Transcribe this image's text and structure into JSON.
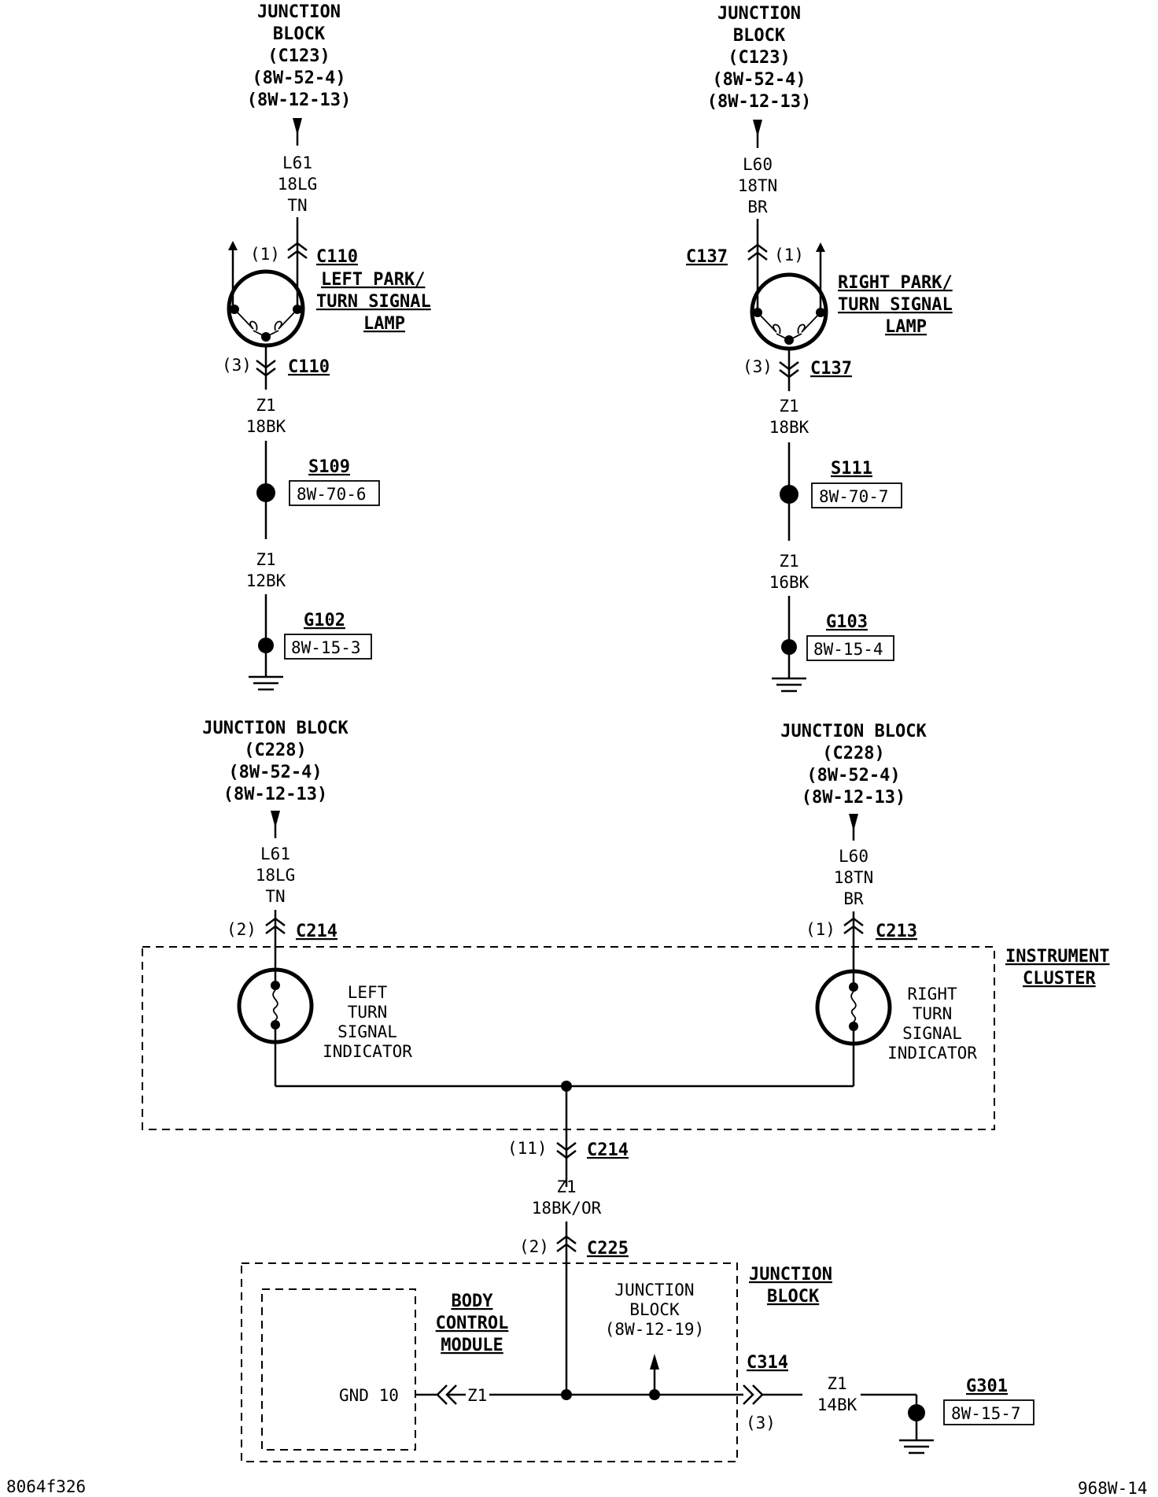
{
  "top_left": {
    "source": [
      "JUNCTION",
      "BLOCK",
      "(C123)",
      "(8W-52-4)",
      "(8W-12-13)"
    ],
    "wire": [
      "L61",
      "18LG",
      "TN"
    ],
    "pin_top": "(1)",
    "conn_top": "C110",
    "lamp_label": [
      "LEFT PARK/",
      "TURN SIGNAL",
      "LAMP"
    ],
    "pin_bottom": "(3)",
    "conn_bottom": "C110",
    "ground_wire_1": [
      "Z1",
      "18BK"
    ],
    "splice": "S109",
    "splice_ref": "8W-70-6",
    "ground_wire_2": [
      "Z1",
      "12BK"
    ],
    "ground": "G102",
    "ground_ref": "8W-15-3"
  },
  "top_right": {
    "source": [
      "JUNCTION",
      "BLOCK",
      "(C123)",
      "(8W-52-4)",
      "(8W-12-13)"
    ],
    "wire": [
      "L60",
      "18TN",
      "BR"
    ],
    "pin_top": "(1)",
    "conn_top": "C137",
    "lamp_label": [
      "RIGHT PARK/",
      "TURN SIGNAL",
      "LAMP"
    ],
    "pin_bottom": "(3)",
    "conn_bottom": "C137",
    "ground_wire_1": [
      "Z1",
      "18BK"
    ],
    "splice": "S111",
    "splice_ref": "8W-70-7",
    "ground_wire_2": [
      "Z1",
      "16BK"
    ],
    "ground": "G103",
    "ground_ref": "8W-15-4"
  },
  "cluster_left": {
    "source": [
      "JUNCTION BLOCK",
      "(C228)",
      "(8W-52-4)",
      "(8W-12-13)"
    ],
    "wire": [
      "L61",
      "18LG",
      "TN"
    ],
    "pin": "(2)",
    "conn": "C214",
    "indicator": [
      "LEFT",
      "TURN",
      "SIGNAL",
      "INDICATOR"
    ]
  },
  "cluster_right": {
    "source": [
      "JUNCTION BLOCK",
      "(C228)",
      "(8W-52-4)",
      "(8W-12-13)"
    ],
    "wire": [
      "L60",
      "18TN",
      "BR"
    ],
    "pin": "(1)",
    "conn": "C213",
    "indicator": [
      "RIGHT",
      "TURN",
      "SIGNAL",
      "INDICATOR"
    ]
  },
  "instrument_cluster": [
    "INSTRUMENT",
    "CLUSTER"
  ],
  "cluster_out": {
    "pin": "(11)",
    "conn": "C214",
    "wire": [
      "Z1",
      "18BK/OR"
    ]
  },
  "junction_in": {
    "pin": "(2)",
    "conn": "C225"
  },
  "junction_block_title": [
    "JUNCTION",
    "BLOCK"
  ],
  "junction_block_ref": [
    "JUNCTION",
    "BLOCK",
    "(8W-12-19)"
  ],
  "bcm": {
    "title": [
      "BODY",
      "CONTROL",
      "MODULE"
    ],
    "pin_label": "GND 10",
    "wire": "Z1"
  },
  "output": {
    "conn": "C314",
    "pin": "(3)",
    "wire": [
      "Z1",
      "14BK"
    ],
    "ground": "G301",
    "ground_ref": "8W-15-7"
  },
  "footer": {
    "left_code": "8064f326",
    "right_code": "968W-14"
  }
}
